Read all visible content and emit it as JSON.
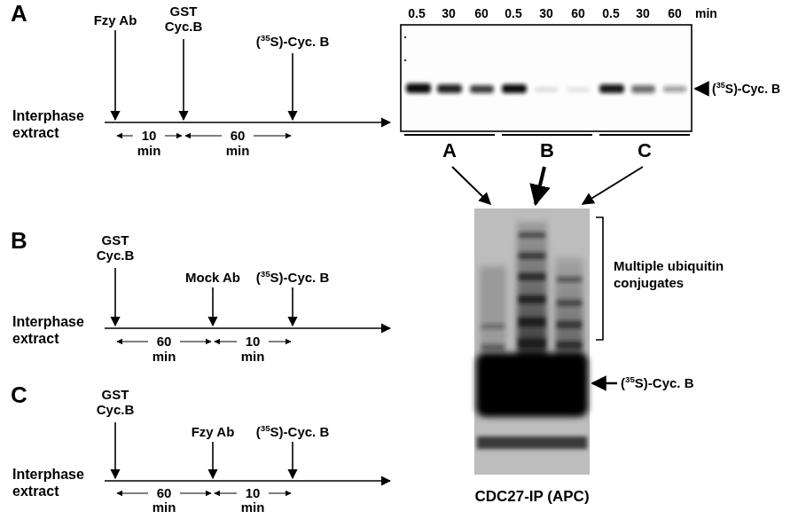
{
  "diagram": {
    "labels": [
      "A",
      "Fzy Ab",
      "GST Cyc.B",
      "(35S)-Cyc. B",
      "Interphase extract",
      "10 min",
      "60 min",
      "B",
      "GST Cyc.B",
      "Mock Ab",
      "(35S)-Cyc. B",
      "Interphase extract",
      "60 min",
      "10 min",
      "C",
      "GST Cyc.B",
      "Fzy Ab",
      "(35S)-Cyc. B",
      "Interphase extract",
      "60 min",
      "10 min",
      "0.5",
      "30",
      "60",
      "0.5",
      "30",
      "60",
      "0.5",
      "30",
      "60",
      "min",
      "(35S)-Cyc. B",
      "A",
      "B",
      "C",
      "Multiple ubiquitin conjugates",
      "(35S)-Cyc. B",
      "CDC27-IP (APC)"
    ]
  }
}
